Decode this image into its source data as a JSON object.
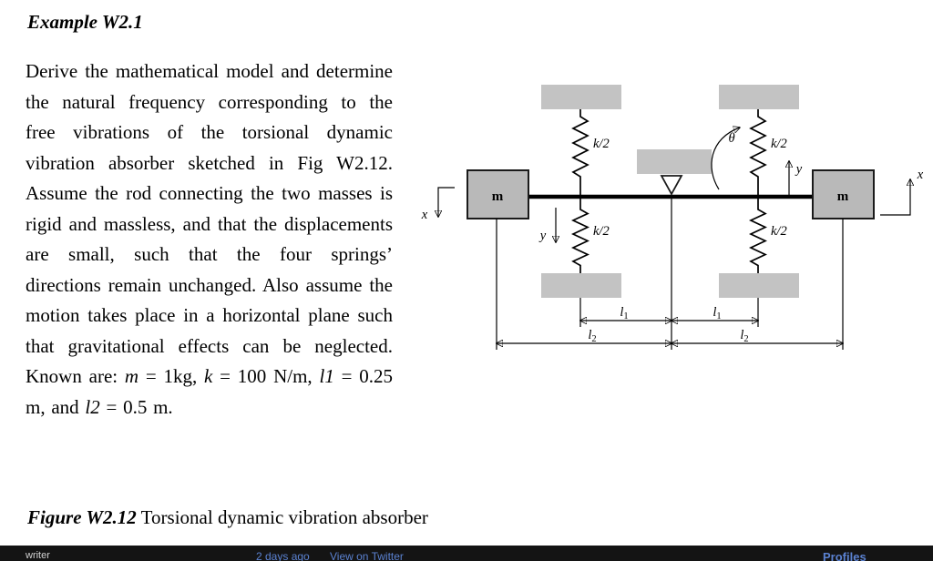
{
  "page": {
    "title": "Example W2.1",
    "caption_bold": "Figure W2.12",
    "caption_rest": " Torsional dynamic vibration absorber"
  },
  "paragraph": {
    "segments": [
      {
        "text": "Derive the mathematical model and determine the natural frequency corresponding to the free vibrations of the torsional dynamic vibration absorber sketched in Fig W2.12. Assume the rod connecting the two masses is rigid and massless, and that the displacements are small, such that the four springs’ directions remain unchanged. Also assume the motion takes place in a horizontal plane such that gravitational effects can be neglected. Known are: ",
        "italic": false
      },
      {
        "text": "m",
        "italic": true
      },
      {
        "text": " = 1kg, ",
        "italic": false
      },
      {
        "text": "k",
        "italic": true
      },
      {
        "text": " = 100 N/m, ",
        "italic": false
      },
      {
        "text": "l1",
        "italic": true
      },
      {
        "text": " = 0.25 m, and ",
        "italic": false
      },
      {
        "text": "l2",
        "italic": true
      },
      {
        "text": " = 0.5 m.",
        "italic": false
      }
    ]
  },
  "diagram": {
    "labels": {
      "mass": "m",
      "spring_rate": "k/2",
      "theta": "θ",
      "x": "x",
      "y": "y",
      "l": "l",
      "sub1": "1",
      "sub2": "2"
    },
    "colors": {
      "support_gray": "#c3c3c3",
      "mass_gray": "#b9b9b9"
    }
  },
  "footer": {
    "left_text": "writer",
    "timestamp": "2 days ago",
    "link_text": "View on Twitter",
    "right_link": "Profiles"
  }
}
